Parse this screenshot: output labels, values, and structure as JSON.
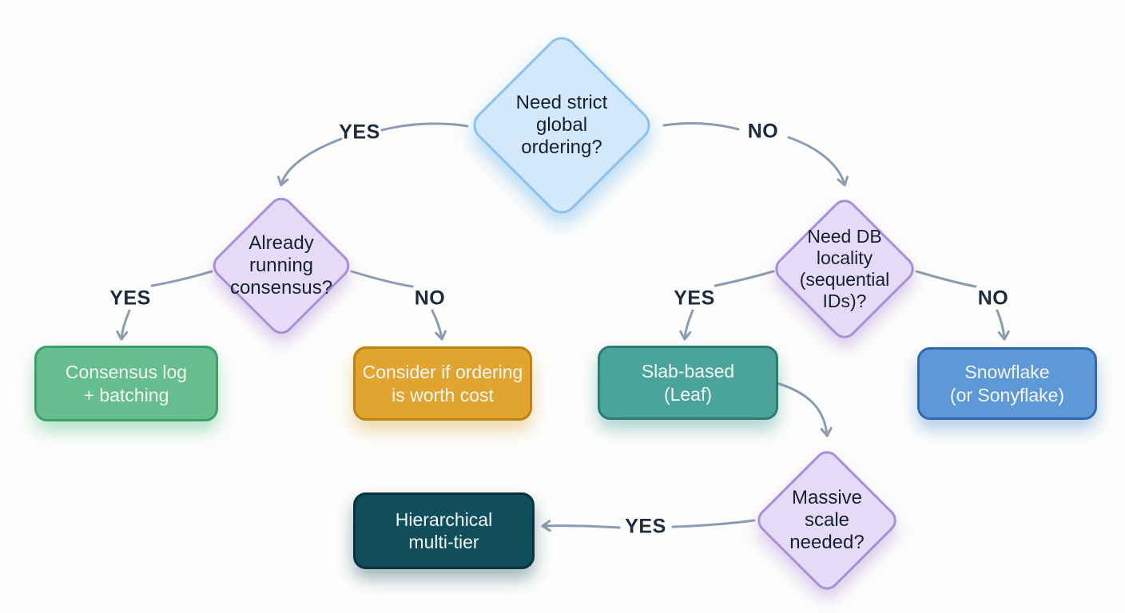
{
  "flowchart": {
    "nodes": {
      "root": {
        "shape": "diamond",
        "label": "Need strict\nglobal\nordering?",
        "fill": "#d3e8fa",
        "border": "#8cc2ec"
      },
      "consensus": {
        "shape": "diamond",
        "label": "Already\nrunning\nconsensus?",
        "fill": "#e6dbf6",
        "border": "#a98fd6"
      },
      "db_locality": {
        "shape": "diamond",
        "label": "Need DB\nlocality\n(sequential\nIDs)?",
        "fill": "#e6dbf6",
        "border": "#a98fd6"
      },
      "massive_scale": {
        "shape": "diamond",
        "label": "Massive\nscale\nneeded?",
        "fill": "#e6dbf6",
        "border": "#a98fd6"
      },
      "consensus_log": {
        "shape": "rect",
        "label": "Consensus log\n+ batching",
        "fill": "#66bd8d",
        "border": "#3f9f69"
      },
      "consider_cost": {
        "shape": "rect",
        "label": "Consider if ordering\nis worth cost",
        "fill": "#e1a52f",
        "border": "#bd8312"
      },
      "slab_based": {
        "shape": "rect",
        "label": "Slab-based\n(Leaf)",
        "fill": "#4aa49a",
        "border": "#2b7a73"
      },
      "snowflake": {
        "shape": "rect",
        "label": "Snowflake\n(or Sonyflake)",
        "fill": "#5d99d7",
        "border": "#3369ac"
      },
      "hierarchical": {
        "shape": "rect",
        "label": "Hierarchical\nmulti-tier",
        "fill": "#104e5c",
        "border": "#0a323c"
      }
    },
    "edges": [
      {
        "from": "root",
        "to": "consensus",
        "label": "YES"
      },
      {
        "from": "root",
        "to": "db_locality",
        "label": "NO"
      },
      {
        "from": "consensus",
        "to": "consensus_log",
        "label": "YES"
      },
      {
        "from": "consensus",
        "to": "consider_cost",
        "label": "NO"
      },
      {
        "from": "db_locality",
        "to": "slab_based",
        "label": "YES"
      },
      {
        "from": "db_locality",
        "to": "snowflake",
        "label": "NO"
      },
      {
        "from": "slab_based",
        "to": "massive_scale",
        "label": ""
      },
      {
        "from": "massive_scale",
        "to": "hierarchical",
        "label": "YES"
      }
    ],
    "colors": {
      "edge": "#8c9cb1",
      "edge_label_text": "#1d2b3a",
      "diamond_text": "#16212e",
      "box_text": "#f3f6f4",
      "background": "#fdfdfc"
    }
  }
}
